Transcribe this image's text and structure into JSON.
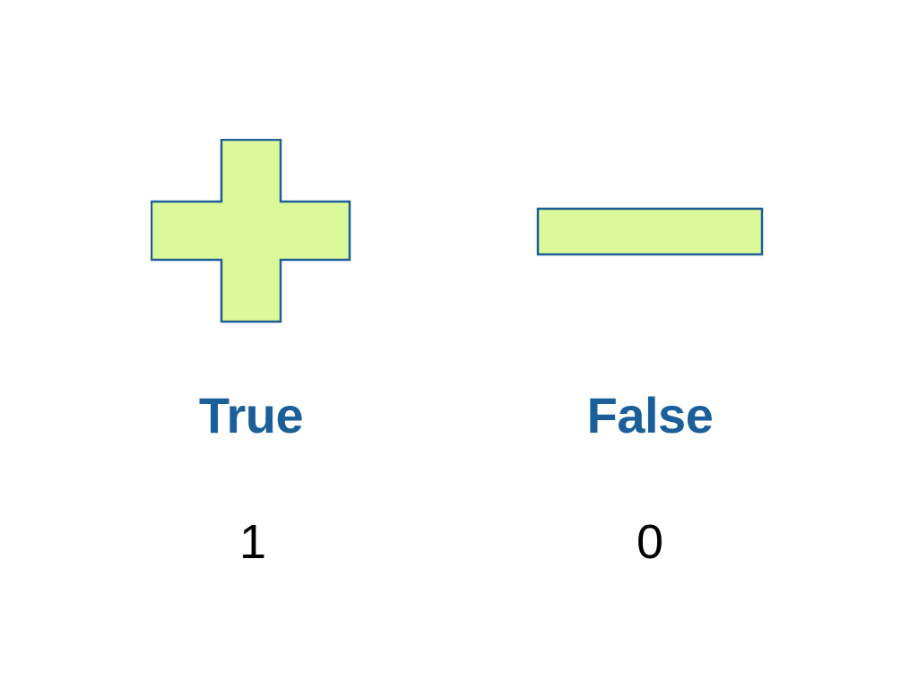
{
  "colors": {
    "shape_fill": "#dcf99a",
    "shape_stroke": "#1d5e96",
    "label_color": "#1a5e9a",
    "value_color": "#000000"
  },
  "items": [
    {
      "icon": "plus-icon",
      "label": "True",
      "value": "1"
    },
    {
      "icon": "minus-icon",
      "label": "False",
      "value": "0"
    }
  ]
}
